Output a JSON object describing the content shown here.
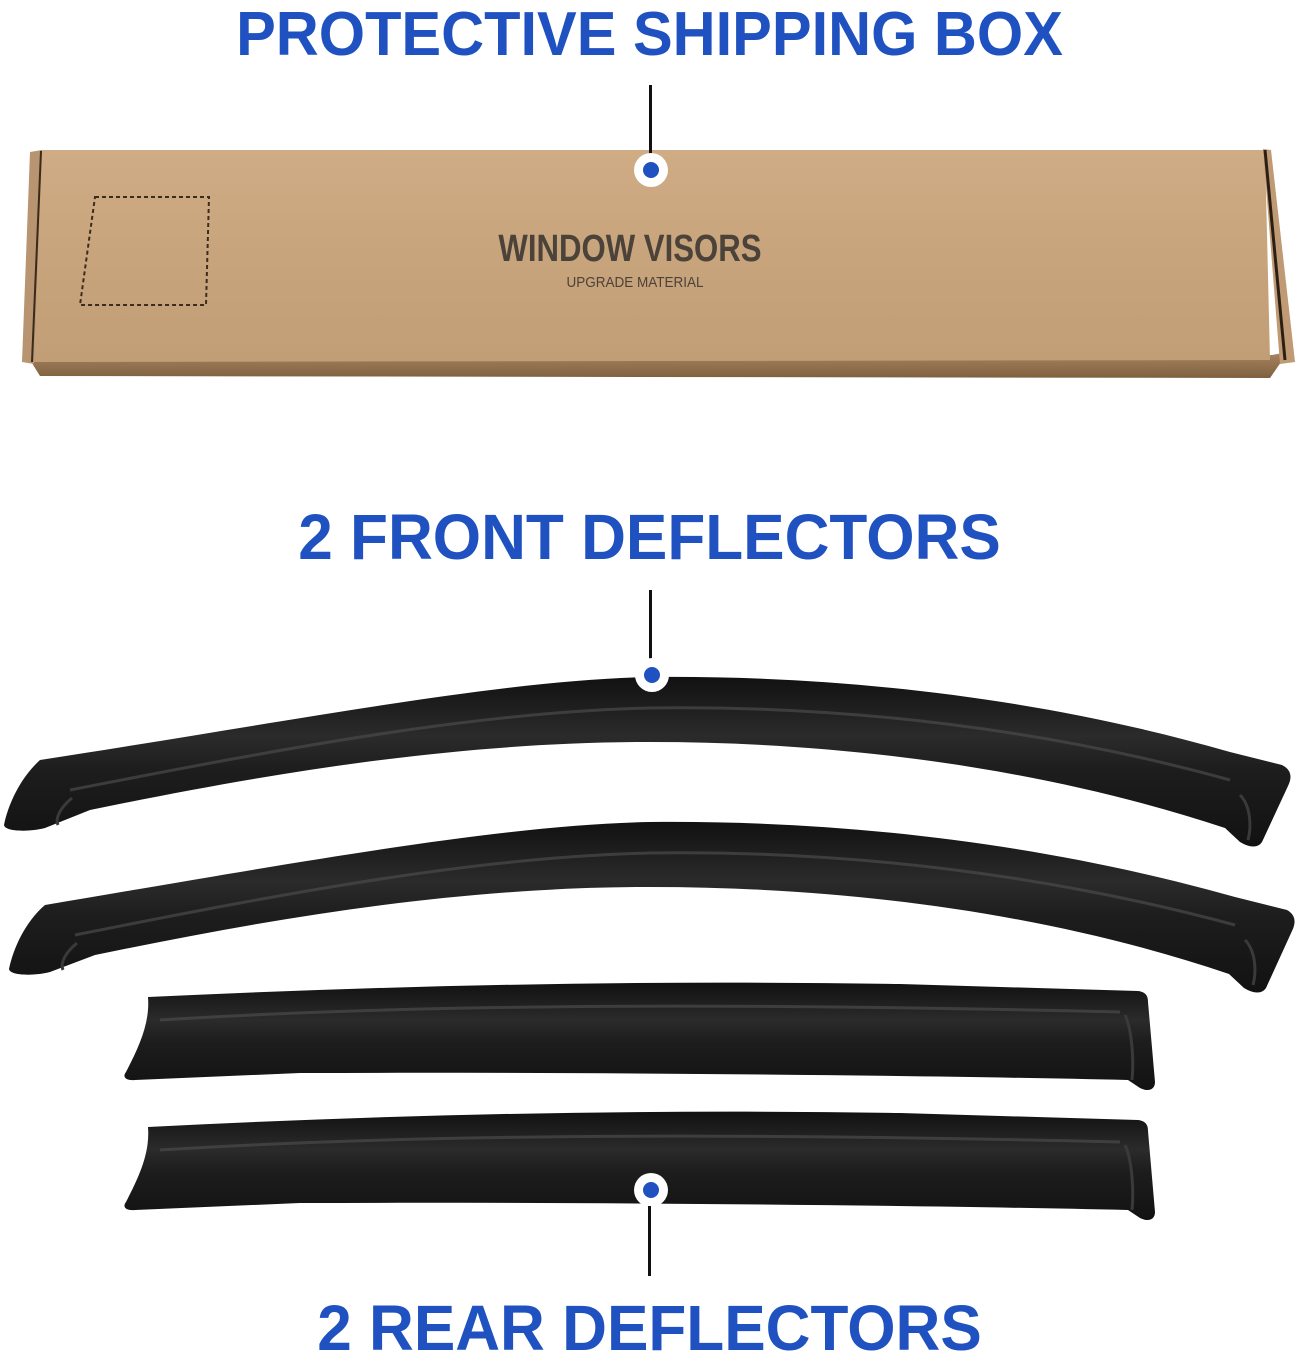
{
  "colors": {
    "heading_blue": "#1f52c0",
    "callout_dot": "#1f52c0",
    "leader_line": "#111111",
    "cardboard": "#c9a57e",
    "cardboard_shadow": "#9c7b57",
    "deflector": "#1a1a1a",
    "background": "#ffffff"
  },
  "sections": [
    {
      "heading": "PROTECTIVE SHIPPING BOX",
      "item": "shipping-box",
      "box_print": {
        "title": "WINDOW VISORS",
        "subtitle": "UPGRADE MATERIAL"
      }
    },
    {
      "heading": "2 FRONT DEFLECTORS",
      "item": "front-deflectors",
      "count": 2
    },
    {
      "heading": "2 REAR DEFLECTORS",
      "item": "rear-deflectors",
      "count": 2
    }
  ],
  "callout_icon": "blue-dot-marker"
}
